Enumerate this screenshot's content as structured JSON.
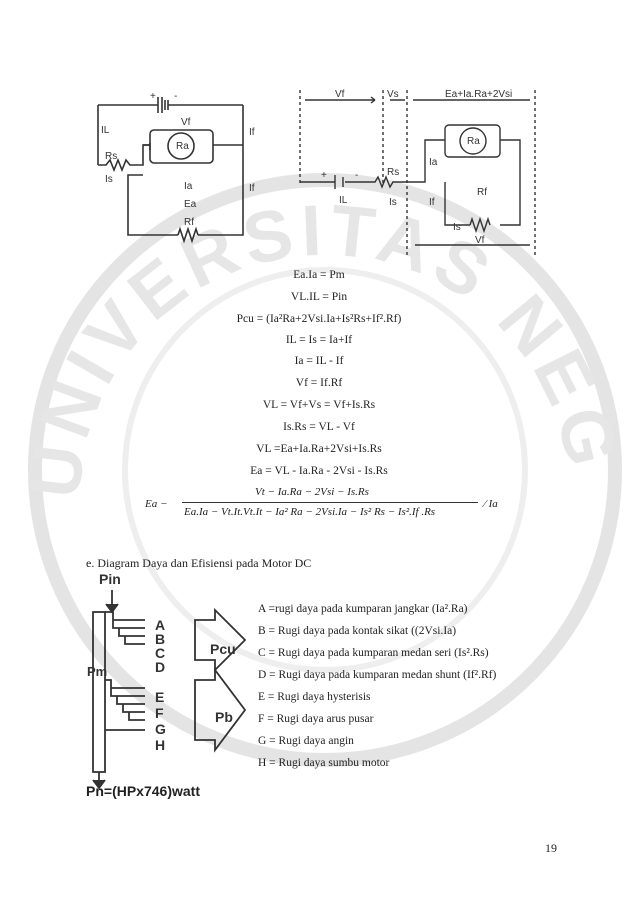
{
  "circuit_left": {
    "battery_plus": "+",
    "battery_minus": "-",
    "il": "IL",
    "rs": "Rs",
    "is": "Is",
    "vf": "Vf",
    "ra": "Ra",
    "ia": "Ia",
    "ea": "Ea",
    "if_top": "If",
    "if_bottom": "If",
    "rf": "Rf"
  },
  "circuit_right": {
    "vf_top": "Vf",
    "vs_top": "Vs",
    "top_right": "Ea+Ia.Ra+2Vsi",
    "battery_plus": "+",
    "battery_minus": "-",
    "il": "IL",
    "rs": "Rs",
    "is_left": "Is",
    "ia": "Ia",
    "ra": "Ra",
    "if": "If",
    "rf": "Rf",
    "is_bottom": "Is",
    "vf_bottom": "Vf"
  },
  "equations": [
    "Ea.Ia = Pm",
    "VL.IL = Pin",
    "Pcu = (Ia²Ra+2Vsi.Ia+Is²Rs+If².Rf)",
    "IL = Is = Ia+If",
    "Ia = IL - If",
    "Vf = If.Rf",
    "VL = Vf+Vs = Vf+Is.Rs",
    "Is.Rs = VL - Vf",
    "VL =Ea+Ia.Ra+2Vsi+Is.Rs",
    "Ea = VL - Ia.Ra - 2Vsi - Is.Rs"
  ],
  "efficiency": {
    "lhs": "Ea −",
    "numerator": "Vt − Ia.Ra − 2Vsi − Is.Rs",
    "denominator": "Ea.Ia − Vt.It.Vt.It − Ia² Ra − 2Vsi.Ia − Is² Rs − Is².If .Rs",
    "rhs": "⁄ Ia"
  },
  "section_title": "e.  Diagram Daya dan Efisiensi pada Motor DC",
  "power_diagram": {
    "pin": "Pin",
    "pm": "Pm",
    "pcu": "Pcu",
    "pb": "Pb",
    "pn": "Pn=(HPx746)watt",
    "letters": [
      "A",
      "B",
      "C",
      "D",
      "E",
      "F",
      "G",
      "H"
    ]
  },
  "legend": [
    "A =rugi daya pada kumparan jangkar (Ia².Ra)",
    "B = Rugi daya pada kontak sikat ((2Vsi.Ia)",
    "C = Rugi daya pada kumparan medan seri (Is².Rs)",
    "D = Rugi daya pada kumparan medan shunt (If².Rf)",
    "E = Rugi daya hysterisis",
    "F = Rugi daya arus pusar",
    "G = Rugi daya angin",
    "H = Rugi daya sumbu motor"
  ],
  "watermark": "UNIVERSITAS NEGERI MALANG",
  "page_number": "19"
}
